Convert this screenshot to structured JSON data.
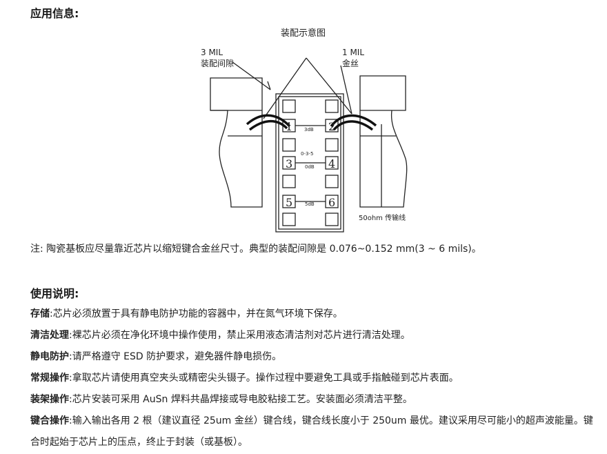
{
  "headings": {
    "app_info": "应用信息:",
    "usage": "使用说明:"
  },
  "diagram": {
    "title": "装配示意图",
    "label_left_1": "3 MIL",
    "label_left_2": "装配间隙",
    "label_right_1": "1 MIL",
    "label_right_2": "金丝",
    "pad_numbers": [
      "1",
      "2",
      "3",
      "4",
      "5",
      "6"
    ],
    "label_3db": "3dB",
    "label_035": "0-3-5",
    "label_0db": "0dB",
    "label_5db": "5dB",
    "label_line": "50ohm 传输线"
  },
  "note": "注: 陶瓷基板应尽量靠近芯片以缩短键合金丝尺寸。典型的装配间隙是 0.076~0.152 mm(3 ~ 6 mils)。",
  "items": [
    {
      "label": "存储",
      "sep": ":",
      "text": "芯片必须放置于具有静电防护功能的容器中，并在氮气环境下保存。"
    },
    {
      "label": "清洁处理",
      "sep": ":",
      "text": "裸芯片必须在净化环境中操作使用，禁止采用液态清洁剂对芯片进行清洁处理。"
    },
    {
      "label": "静电防护",
      "sep": ":",
      "text": "请严格遵守 ESD 防护要求，避免器件静电损伤。"
    },
    {
      "label": "常规操作",
      "sep": ":",
      "text": "拿取芯片请使用真空夹头或精密尖头镊子。操作过程中要避免工具或手指触碰到芯片表面。"
    },
    {
      "label": "装架操作",
      "sep": ":",
      "text": "芯片安装可采用 AuSn 焊料共晶焊接或导电胶粘接工艺。安装面必须清洁平整。"
    },
    {
      "label": "键合操作",
      "sep": ":",
      "text": "输入输出各用 2 根（建议直径 25um 金丝）键合线，键合线长度小于 250um 最优。建议采用尽可能小的超声波能量。键合时起始于芯片上的压点，终止于封装（或基板）。"
    }
  ]
}
